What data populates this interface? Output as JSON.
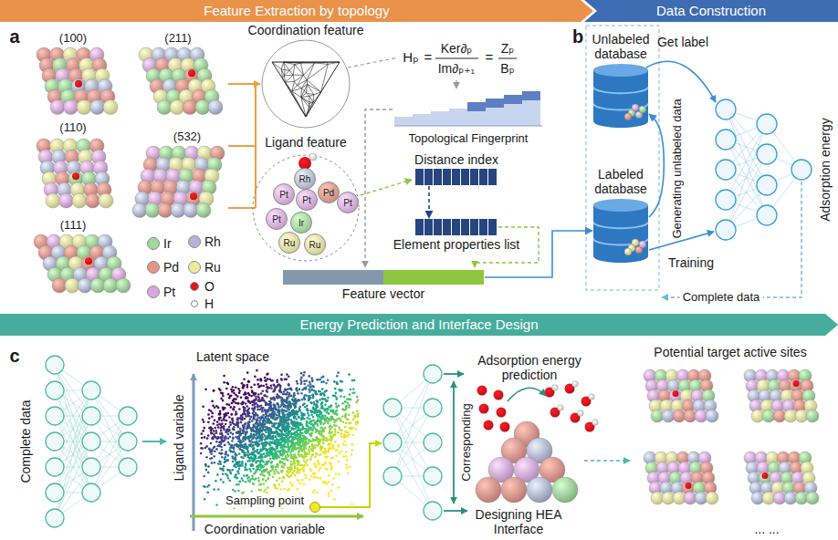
{
  "diagram": {
    "nodes": [
      {
        "text": [
          "Feature Extraction by topology"
        ]
      },
      {
        "text": [
          "Data Construction"
        ]
      },
      {
        "text": [
          "Rh"
        ]
      },
      {
        "text": [
          "Pt"
        ]
      },
      {
        "text": [
          "Pt"
        ]
      },
      {
        "text": [
          "Pd"
        ]
      },
      {
        "text": [
          "Pt"
        ]
      },
      {
        "text": [
          "Pt"
        ]
      },
      {
        "text": [
          "Ir"
        ]
      },
      {
        "text": [
          "Ru"
        ]
      },
      {
        "text": [
          "Ru"
        ]
      },
      {
        "text": [
          "Distance index"
        ]
      },
      {
        "text": [
          "Element properties list"
        ]
      },
      {
        "text": [
          "Feature vector"
        ]
      },
      {
        "text": [
          "Unlabeled database"
        ]
      },
      {
        "text": [
          "Labeled database"
        ]
      },
      {
        "text": [
          "Energy Prediction and Interface Design"
        ]
      }
    ],
    "edges": [
      {
        "from": 11,
        "to": 12,
        "arrow": "to"
      },
      {
        "from": 13,
        "to": 15,
        "arrow": "to"
      },
      {
        "from": 15,
        "to": 14,
        "arrow": "to"
      }
    ],
    "labels": [
      "a",
      "(100)",
      "(211)",
      "(110)",
      "(532)",
      "(111)",
      "Coordination feature",
      "Hₚ",
      "=",
      "Ker∂ₚ",
      "Im∂ₚ₊₁",
      "=",
      "Zₚ",
      "Bₚ",
      "Ligand feature",
      "Topological Fingerprint",
      "b",
      "Get label",
      "Generating unlabeled data",
      "Training",
      "Adsorption energy",
      "Complete data",
      "c",
      "Complete data",
      "Latent space",
      "Ligand variable",
      "Coordination variable",
      "Sampling point",
      "Adsorption energy prediction",
      "Corresponding",
      "Designing HEA Interface",
      "Potential target active sites",
      "... ..."
    ],
    "legend": [
      {
        "text": "Ir",
        "color": "#9fd89a"
      },
      {
        "text": "Rh",
        "color": "#b0b6d8"
      },
      {
        "text": "Pd",
        "color": "#e3958c"
      },
      {
        "text": "Ru",
        "color": "#ecea9e"
      },
      {
        "text": "Pt",
        "color": "#d9a8e3"
      },
      {
        "text": "O",
        "color": "#e3151c"
      },
      {
        "text": "H",
        "color": "#ffffff"
      }
    ]
  }
}
